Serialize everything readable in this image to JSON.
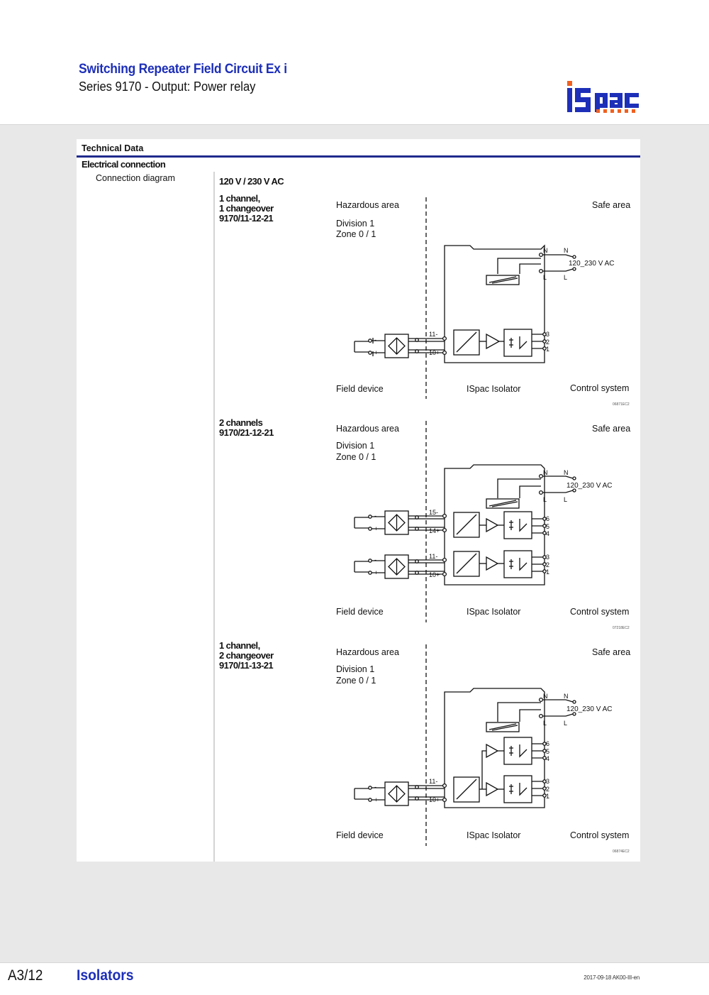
{
  "header": {
    "title": "Switching Repeater Field Circuit Ex i",
    "subtitle": "Series 9170 - Output: Power relay",
    "logo_text": "ISpac",
    "logo_color": "#1d2fb8",
    "logo_accent": "#f0601f"
  },
  "section": {
    "title": "Technical Data",
    "subtitle": "Electrical connection",
    "left_label": "Connection diagram",
    "voltage_heading": "120 V / 230 V AC"
  },
  "labels": {
    "hazardous_area": "Hazardous area",
    "division": "Division 1",
    "zone": "Zone 0 / 1",
    "safe_area": "Safe area",
    "field_device": "Field device",
    "isolator": "ISpac Isolator",
    "control_system": "Control system",
    "ac_supply": "120_230 V AC",
    "term_n": "N",
    "term_l": "L"
  },
  "variants": [
    {
      "lines": [
        "1 channel,",
        "1 changeover",
        "9170/11-12-21"
      ],
      "drawing_code": "06871EC2",
      "inputs": [
        {
          "plus": "10+",
          "minus": "11-",
          "contacts": [
            "3",
            "2",
            "1"
          ]
        }
      ]
    },
    {
      "lines": [
        "2 channels",
        "9170/21-12-21"
      ],
      "drawing_code": "07218EC2",
      "inputs": [
        {
          "plus": "14+",
          "minus": "15-",
          "contacts": [
            "6",
            "5",
            "4"
          ]
        },
        {
          "plus": "10+",
          "minus": "11-",
          "contacts": [
            "3",
            "2",
            "1"
          ]
        }
      ]
    },
    {
      "lines": [
        "1 channel,",
        "2 changeover",
        "9170/11-13-21"
      ],
      "drawing_code": "06874EC2",
      "inputs": [
        {
          "plus": "10+",
          "minus": "11-",
          "contacts": [
            "6",
            "5",
            "4",
            "3",
            "2",
            "1"
          ]
        }
      ]
    }
  ],
  "footer": {
    "page": "A3/12",
    "section_name": "Isolators",
    "date_code": "2017-09-18 AK00-III-en"
  }
}
